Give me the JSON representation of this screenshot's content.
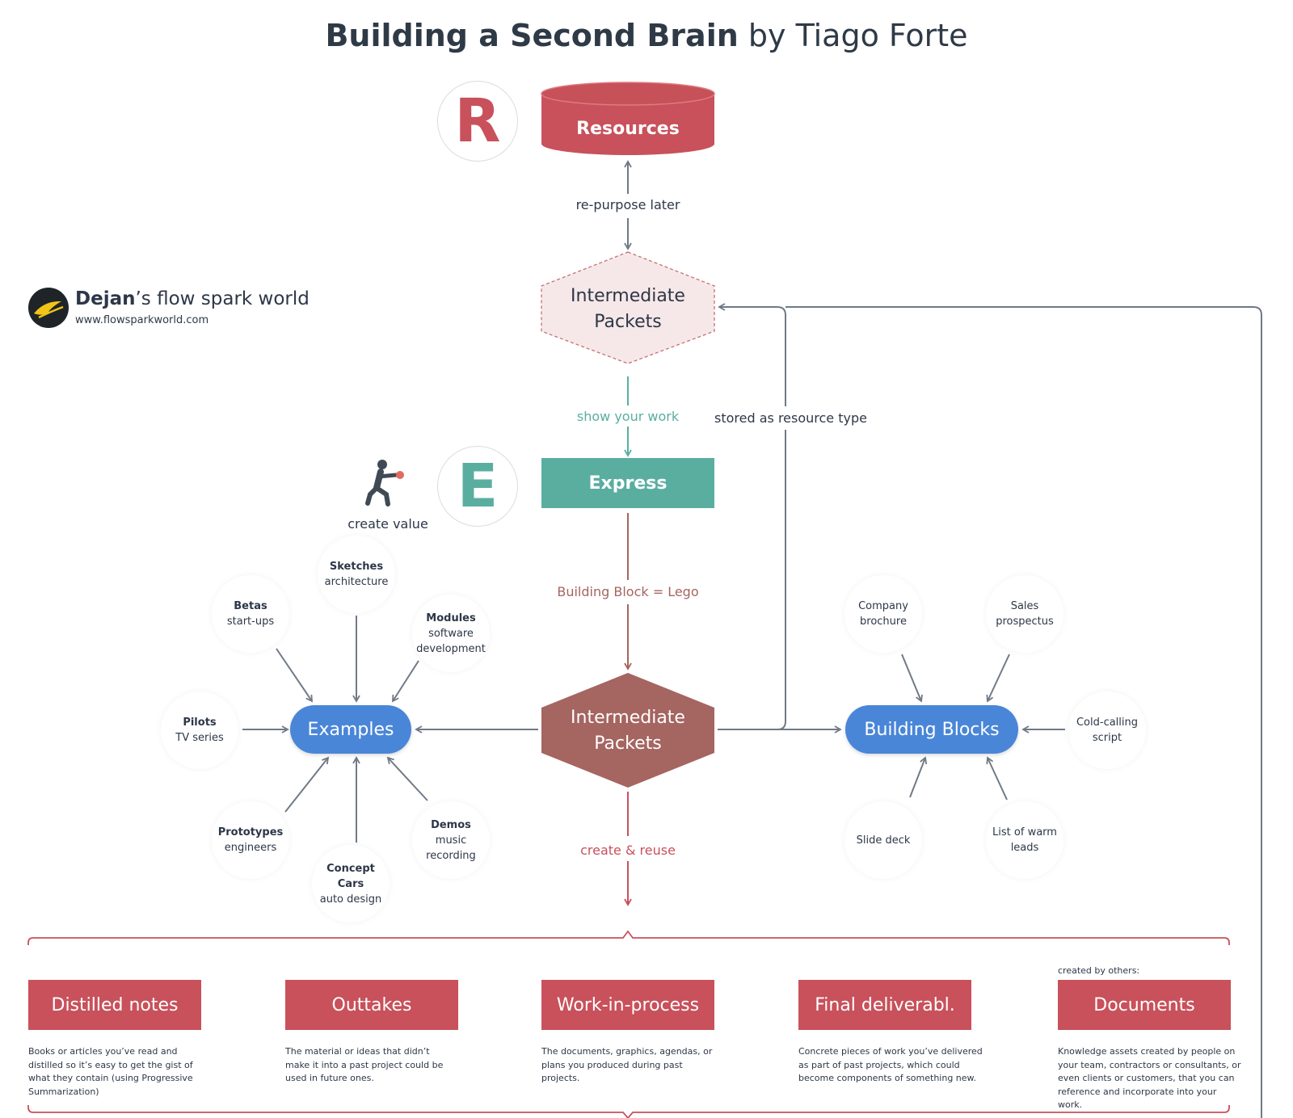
{
  "header": {
    "title_bold": "Building a Second Brain",
    "title_rest": "by Tiago Forte"
  },
  "brand": {
    "name_bold": "Dejan",
    "name_rest": "’s flow spark world",
    "url": "www.flowsparkworld.com"
  },
  "top": {
    "r_letter": "R",
    "resources_label": "Resources",
    "repurpose_label": "re-purpose later",
    "ip_top_line1": "Intermediate",
    "ip_top_line2": "Packets",
    "show_work_label": "show your work",
    "stored_label": "stored as resource type",
    "e_letter": "E",
    "express_label": "Express",
    "create_value_label": "create value",
    "building_block_label": "Building Block = Lego",
    "ip_main_line1": "Intermediate",
    "ip_main_line2": "Packets",
    "create_reuse_label": "create & reuse"
  },
  "examples": {
    "label": "Examples",
    "nodes": [
      {
        "bold": "Sketches",
        "text": "architecture"
      },
      {
        "bold": "Betas",
        "text": "start-ups"
      },
      {
        "bold": "Modules",
        "text": "software development"
      },
      {
        "bold": "Pilots",
        "text": "TV series"
      },
      {
        "bold": "Prototypes",
        "text": "engineers"
      },
      {
        "bold": "Concept Cars",
        "text": "auto design"
      },
      {
        "bold": "Demos",
        "text": "music recording"
      }
    ]
  },
  "building_blocks": {
    "label": "Building Blocks",
    "nodes": [
      {
        "text": "Company brochure"
      },
      {
        "text": "Sales prospectus"
      },
      {
        "text": "Cold-calling script"
      },
      {
        "text": "Slide deck"
      },
      {
        "text": "List of warm leads"
      }
    ]
  },
  "categories": {
    "created_by_others": "created by others:",
    "items": [
      {
        "label": "Distilled notes",
        "desc": "Books or articles you’ve read and distilled so it’s easy to get the gist of what they contain (using Progressive Summarization)"
      },
      {
        "label": "Outtakes",
        "desc": "The material or ideas that didn’t make it into a past project could be used in future ones."
      },
      {
        "label": "Work-in-process",
        "desc": "The documents, graphics, agendas, or plans you produced during past projects."
      },
      {
        "label": "Final deliverabl.",
        "desc": "Concrete pieces of work you’ve delivered as part of past projects, which could become components of something new."
      },
      {
        "label": "Documents",
        "desc": "Knowledge assets created by people on your team, contractors or consultants, or even clients or customers, that you can reference and incorporate into your work."
      }
    ]
  },
  "colors": {
    "red": "#c8515b",
    "teal": "#5aaea0",
    "blue": "#4a86d8",
    "brown": "#a56560",
    "gray_line": "#6f7a86"
  }
}
